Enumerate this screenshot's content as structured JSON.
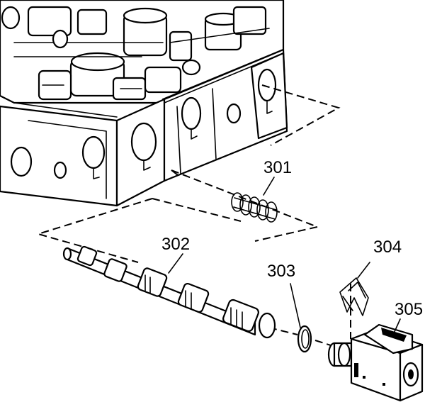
{
  "callouts": {
    "c301": "301",
    "c302": "302",
    "c303": "303",
    "c304": "304",
    "c305": "305"
  }
}
